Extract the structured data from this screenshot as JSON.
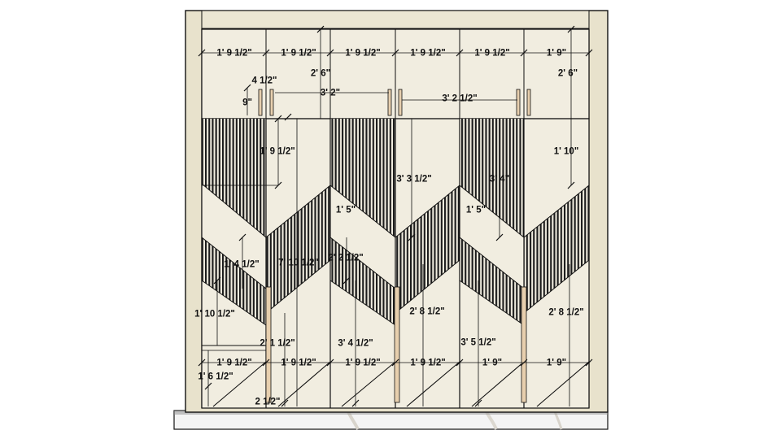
{
  "colors": {
    "background": "#ffffff",
    "panel": "#f1ede0",
    "side_frame": "#e8e2cc",
    "outline": "#111111",
    "stripe": "#1b1b1b",
    "handle": "#e7cfae",
    "plinth": "#f4f4f4",
    "floor_shadow": "#3a3a3a"
  },
  "dimensions": {
    "loft_width_1": "1' 9 1/2\"",
    "loft_width_2": "1' 9 1/2\"",
    "loft_width_3": "1' 9 1/2\"",
    "loft_width_4": "1' 9 1/2\"",
    "loft_width_5": "1' 9 1/2\"",
    "loft_width_6": "1' 9\"",
    "loft_height_left": "2' 6\"",
    "loft_height_right": "2' 6\"",
    "loft_handle_spacing": "4 1/2\"",
    "loft_handle_length": "9\"",
    "loft_handle_gap_1": "3' 2\"",
    "loft_handle_gap_2": "3' 2 1/2\"",
    "door1_stripe_height": "1' 9 1/2\"",
    "door4_stripe_height": "3' 3 1/2\"",
    "door5_stripe_height": "3' 4\"",
    "door6_stripe_height": "1' 10\"",
    "door3_offset": "1' 5\"",
    "door5_offset": "1' 5\"",
    "door1_mid_height": "1' 4 1/2\"",
    "door2_height": "7' 10 1/2\"",
    "door3_mid_height": "2' 2 1/2\"",
    "door1_lower_height": "1' 10 1/2\"",
    "door4_lower_height": "2' 8 1/2\"",
    "door6_lower_height": "2' 8 1/2\"",
    "door2_handle_height": "2' 1 1/2\"",
    "door3_lower_height": "3' 4 1/2\"",
    "door5_lower_height": "3' 5 1/2\"",
    "bottom_width_1": "1' 9 1/2\"",
    "bottom_width_2": "1' 9 1/2\"",
    "bottom_width_3": "1' 9 1/2\"",
    "bottom_width_4": "1' 9 1/2\"",
    "bottom_width_5": "1' 9\"",
    "bottom_width_6": "1' 9\"",
    "drawer_height": "1' 6 1/2\"",
    "plinth_gap": "2 1/2\""
  }
}
